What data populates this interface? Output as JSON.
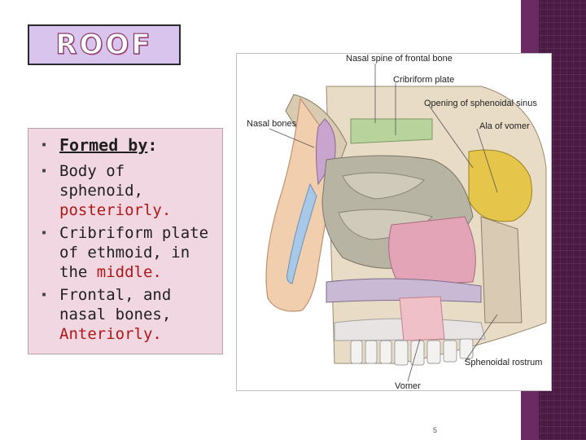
{
  "slide": {
    "title": "ROOF",
    "page_number": "5"
  },
  "content": {
    "heading": "Formed by",
    "heading_colon": ":",
    "items": [
      {
        "text": "Body of sphenoid, ",
        "highlight": "posteriorly."
      },
      {
        "text": "Cribriform plate of ethmoid, in the ",
        "highlight": "middle."
      },
      {
        "text": "Frontal, and nasal bones, ",
        "highlight": "Anteriorly."
      }
    ]
  },
  "figure": {
    "labels": {
      "nasal_spine": "Nasal spine of frontal bone",
      "cribriform": "Cribriform plate",
      "opening_sinus": "Opening of sphenoidal sinus",
      "ala_vomer": "Ala of vomer",
      "nasal_bones": "Nasal bones",
      "sphenoidal_rostrum": "Sphenoidal rostrum",
      "vomer": "Vomer"
    }
  },
  "colors": {
    "accent_red": "#b01818",
    "box_pink": "#f1d7e2",
    "title_lavender": "#d8c4ec",
    "strip_purple": "#4a1a45"
  }
}
